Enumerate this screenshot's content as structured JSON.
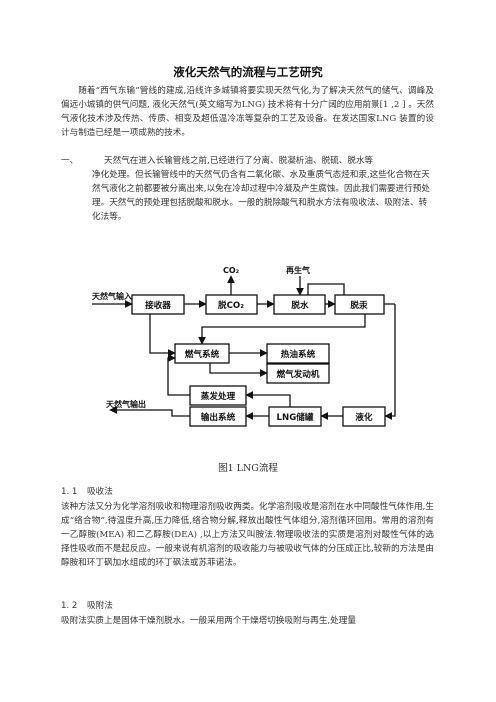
{
  "title": "液化天然气的流程与工艺研究",
  "intro": "随着“西气东输”管线的建成,沿线许多城镇将要实现天然气化,为了解决天然气的储气、调峰及偏远小城镇的供气问题, 液化天然气(英文缩写为LNG) 技术将有十分广阔的应用前景[1 ,2 ] 。天然气液化技术涉及传热、传质、相变及超低温冷冻等复杂的工艺及设备。在发达国家LNG 装置的设计与制造已经是一项成熟的技术。",
  "section1": {
    "num": "一、",
    "first": "天然气在进入长输管线之前,已经进行了分离、脱凝析油、脱硫、脱水等",
    "rest": "净化处理。但长输管线中的天然气仍含有二氧化碳、水及重质气态烃和汞,这些化合物在天然气液化之前都要被分离出来,以免在冷却过程中冷凝及产生腐蚀。因此我们需要进行预处理。天然气的预处理包括脱酸和脱水。一般的脱除酸气和脱水方法有吸收法、吸附法、转化法等。"
  },
  "diagram": {
    "inlet": "天然气输入",
    "outlet": "天然气输出",
    "co2_top": "CO₂",
    "regen_gas": "再生气",
    "boxes": {
      "receiver": "接收器",
      "decarb": "脱CO₂",
      "dehydrate": "脱水",
      "demercury": "脱汞",
      "fuel_system": "燃气系统",
      "heat_oil": "热油系统",
      "gas_engine": "燃气发动机",
      "boiloff": "蒸发处理",
      "output_system": "输出系统",
      "lng_storage": "LNG储罐",
      "liquefaction": "液化"
    }
  },
  "caption": "图1 LNG流程",
  "sub1": {
    "num": "1. 1",
    "label": "吸收法"
  },
  "p_absorb": "该种方法又分为化学溶剂吸收和物理溶剂吸收两类。化学溶剂吸收是溶剂在水中同酸性气体作用,生成“络合物”,待温度升高,压力降低,络合物分解,释放出酸性气体组分,溶剂循环回用。常用的溶剂有一乙醇胺(MEA) 和二乙醇胺(DEA) ,以上方法又叫胺法.物理吸收法的实质是溶剂对酸性气体的选择性吸收而不是起反应。一般来说有机溶剂的吸收能力与被吸收气体的分压成正比,较新的方法是由醇胺和环丁砜加水组成的环丁砜法或苏菲诺法。",
  "sub2": {
    "num": "1. 2",
    "label": "吸附法"
  },
  "p_adsorb": "吸附法实质上是固体干燥剂脱水。一般采用两个干燥塔切换吸附与再生,处理量"
}
